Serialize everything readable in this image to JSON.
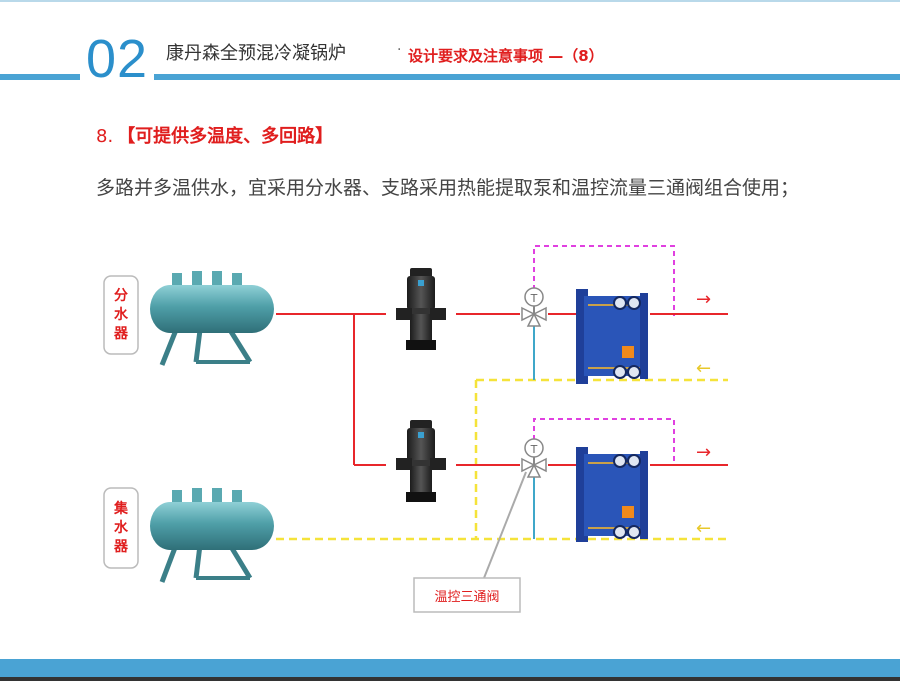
{
  "header": {
    "section_number": "02",
    "title": "康丹森全预混冷凝锅炉",
    "separator": "·",
    "subtitle": "设计要求及注意事项 —（8）"
  },
  "item": {
    "number": "8.",
    "heading": "【可提供多温度、多回路】",
    "description": "多路并多温供水，宜采用分水器、支路采用热能提取泵和温控流量三通阀组合使用；"
  },
  "diagram": {
    "supply_label": "分水器",
    "return_label": "集水器",
    "valve_callout": "温控三通阀",
    "supply_arrow": "→",
    "return_arrow": "←"
  },
  "colors": {
    "accent_blue": "#4aa3d4",
    "section_number": "#2b8fcb",
    "heading_red": "#e01e1e",
    "supply_pipe": "#e8262b",
    "return_pipe": "#f5e33a",
    "control_line": "#e040e0",
    "tank": "#4f9fa8",
    "exchanger": "#2a55b8"
  },
  "icons": [
    "distributor-tank",
    "collector-tank",
    "circulation-pump",
    "three-way-valve",
    "plate-heat-exchanger"
  ]
}
